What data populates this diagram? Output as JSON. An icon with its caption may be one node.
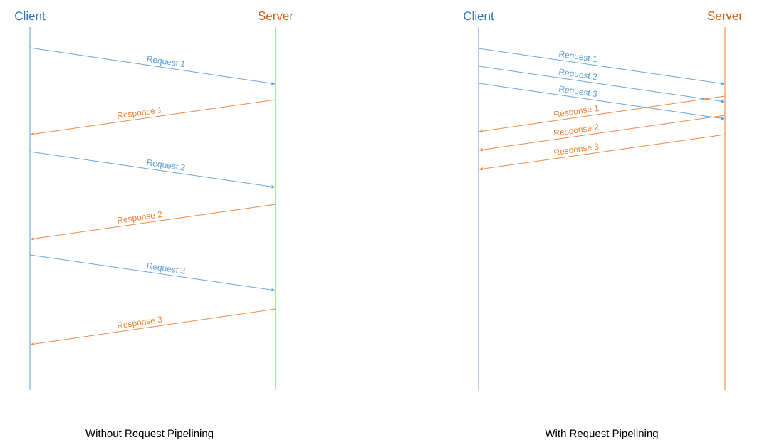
{
  "diagram": {
    "nodes": [
      {
        "text": [
          "Client"
        ]
      },
      {
        "text": [
          "Server"
        ]
      },
      {
        "text": [
          "Client"
        ]
      },
      {
        "text": [
          "Server"
        ]
      }
    ],
    "edges": [
      {
        "from": 0,
        "to": 1,
        "arrow": "to",
        "label": "Request 1",
        "color": "#5b9bd5"
      },
      {
        "from": 1,
        "to": 0,
        "arrow": "to",
        "label": "Response 1",
        "color": "#ed7d31"
      },
      {
        "from": 0,
        "to": 1,
        "arrow": "to",
        "label": "Request 2",
        "color": "#5b9bd5"
      },
      {
        "from": 1,
        "to": 0,
        "arrow": "to",
        "label": "Response 2",
        "color": "#ed7d31"
      },
      {
        "from": 0,
        "to": 1,
        "arrow": "to",
        "label": "Request 3",
        "color": "#5b9bd5"
      },
      {
        "from": 1,
        "to": 0,
        "arrow": "to",
        "label": "Response 3",
        "color": "#ed7d31"
      },
      {
        "from": 2,
        "to": 3,
        "arrow": "to",
        "label": "Request 1",
        "color": "#5b9bd5"
      },
      {
        "from": 2,
        "to": 3,
        "arrow": "to",
        "label": "Request 2",
        "color": "#5b9bd5"
      },
      {
        "from": 2,
        "to": 3,
        "arrow": "to",
        "label": "Request 3",
        "color": "#5b9bd5"
      },
      {
        "from": 3,
        "to": 2,
        "arrow": "to",
        "label": "Response 1",
        "color": "#ed7d31"
      },
      {
        "from": 3,
        "to": 2,
        "arrow": "to",
        "label": "Response 2",
        "color": "#ed7d31"
      },
      {
        "from": 3,
        "to": 2,
        "arrow": "to",
        "label": "Response 3",
        "color": "#ed7d31"
      }
    ],
    "labels": [
      "Without Request Pipelining",
      "With Request Pipelining"
    ]
  }
}
